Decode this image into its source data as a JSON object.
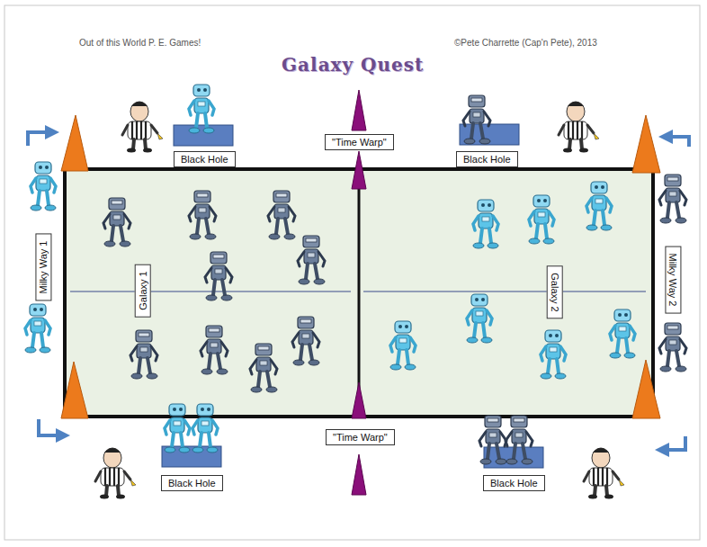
{
  "diagram": {
    "title": "Galaxy Quest",
    "nodes": [
      {
        "text": [
          "Black Hole"
        ]
      },
      {
        "text": [
          "\"Time Warp\""
        ]
      },
      {
        "text": [
          "Black Hole"
        ]
      },
      {
        "text": [
          "Milky Way 1"
        ]
      },
      {
        "text": [
          "Galaxy 1"
        ]
      },
      {
        "text": [
          "Galaxy 2"
        ]
      },
      {
        "text": [
          "Milky Way 2"
        ]
      },
      {
        "text": [
          "\"Time Warp\""
        ]
      },
      {
        "text": [
          "Black Hole"
        ]
      },
      {
        "text": [
          "Black Hole"
        ]
      }
    ],
    "labels": [
      "Out of this World P. E. Games!",
      "©Pete Charrette (Cap'n Pete), 2013"
    ]
  }
}
